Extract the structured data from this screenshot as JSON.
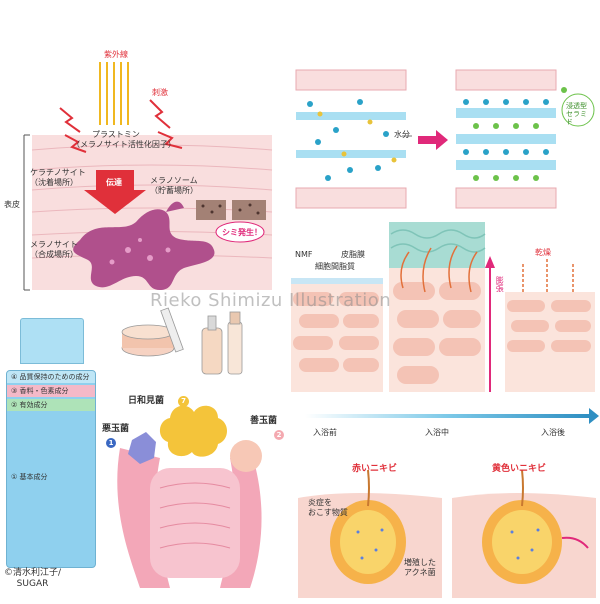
{
  "uv": {
    "uv_label": "紫外線",
    "stimulus_label": "刺激",
    "plastomin_label": "プラストミン",
    "plastomin_sub": "（メラノサイト活性化因子）",
    "transmit_label": "伝達",
    "epidermis_label": "表皮",
    "keratinocyte_label": "ケラチノサイト",
    "keratinocyte_sub": "（沈着場所）",
    "melanosome_label": "メラノソーム",
    "melanosome_sub": "（貯蓄場所）",
    "melanocyte_label": "メラノサイト",
    "melanocyte_sub": "（合成場所）",
    "spot_label": "シミ発生！"
  },
  "ceramide": {
    "water_label": "水分",
    "ceramide_label": "浸透型セラミド"
  },
  "bath": {
    "nmf_label": "NMF",
    "intercellular_label": "細胞間脂質",
    "sebum_label": "皮脂膜",
    "swelling_label": "膨張",
    "dry_label": "乾燥",
    "before_label": "入浴前",
    "during_label": "入浴中",
    "after_label": "入浴後"
  },
  "bottle": {
    "layer4": "④ 品質保持のための成分",
    "layer3": "③ 香料・色素成分",
    "layer2": "② 有効成分",
    "layer1": "① 基本成分"
  },
  "gut": {
    "opportunist_label": "日和見菌",
    "opportunist_num": "7",
    "bad_label": "悪玉菌",
    "bad_num": "1",
    "good_label": "善玉菌",
    "good_num": "2"
  },
  "acne": {
    "red_label": "赤いニキビ",
    "yellow_label": "黄色いニキビ",
    "inflame_label_1": "炎症を",
    "inflame_label_2": "おこす物質",
    "bacteria_label_1": "増殖した",
    "bacteria_label_2": "アクネ菌"
  },
  "watermark": "Rieko Shimizu Illustration",
  "credit": {
    "line1": "©清水利江子/",
    "line2": "SUGAR"
  },
  "colors": {
    "skin_pink": "#f7d4d4",
    "skin_line": "#e8aab0",
    "melanocyte": "#b0508c",
    "bottle_blue": "#8fd0ee",
    "gut_pink": "#f3a7b8",
    "accent_red": "#e0303a",
    "arrow_magenta": "#e0297a",
    "bath_teal": "#a8dcd3"
  }
}
